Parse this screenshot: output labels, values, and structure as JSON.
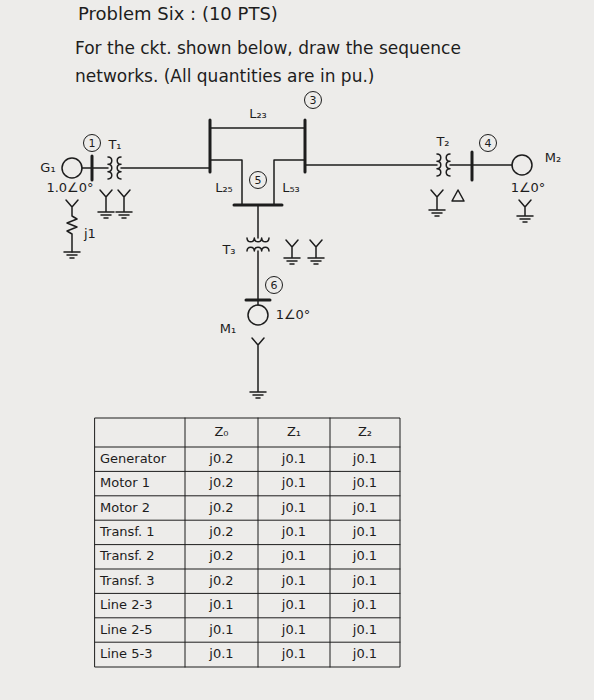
{
  "diagram": {
    "title": "Problem Six : (10 PTS)",
    "nodes": [
      {
        "text": [
          "1"
        ]
      },
      {
        "text": [
          "3"
        ]
      },
      {
        "text": [
          "4"
        ]
      },
      {
        "text": [
          "5"
        ]
      },
      {
        "text": [
          "6"
        ]
      }
    ],
    "labels": [
      "For the ckt. shown below, draw the sequence networks. (All quantities are in pu.)",
      "G₁",
      "1.0∠0°",
      "j1",
      "T₁",
      "L₂₃",
      "L₂₅",
      "L₅₃",
      "T₂",
      "M₂",
      "1∠0°",
      "T₃",
      "M₁",
      "1∠0°",
      "Z₀",
      "Z₁",
      "Z₂",
      "Generator",
      "j0.2",
      "j0.1",
      "j0.1",
      "Motor 1",
      "j0.2",
      "j0.1",
      "j0.1",
      "Motor 2",
      "j0.2",
      "j0.1",
      "j0.1",
      "Transf. 1",
      "j0.2",
      "j0.1",
      "j0.1",
      "Transf. 2",
      "j0.2",
      "j0.1",
      "j0.1",
      "Transf. 3",
      "j0.2",
      "j0.1",
      "j0.1",
      "Line 2-3",
      "j0.1",
      "j0.1",
      "j0.1",
      "Line 2-5",
      "j0.1",
      "j0.1",
      "j0.1",
      "Line 5-3",
      "j0.1",
      "j0.1",
      "j0.1"
    ]
  }
}
